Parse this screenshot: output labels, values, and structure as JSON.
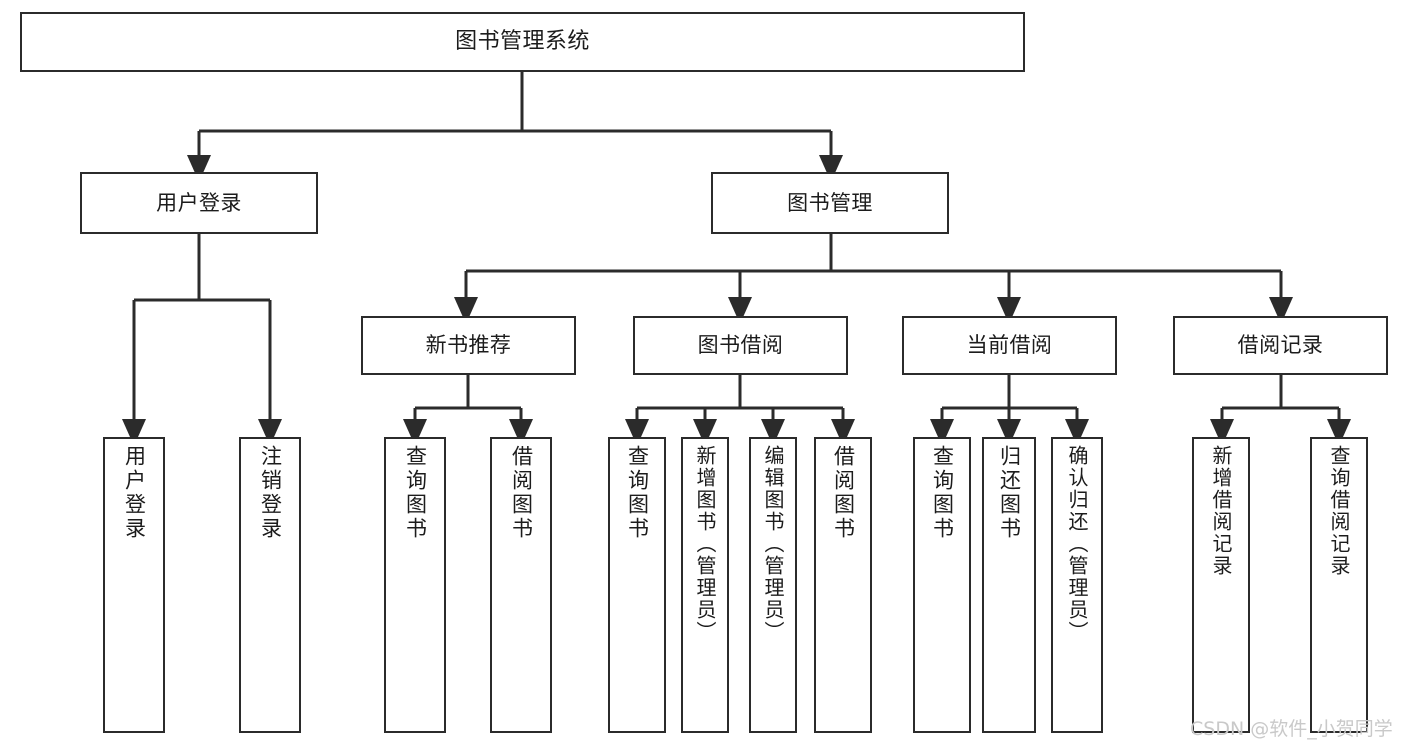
{
  "diagram": {
    "title": "图书管理系统",
    "type": "tree-hierarchy-chart",
    "root": {
      "label": "图书管理系统"
    },
    "level2": [
      {
        "label": "用户登录"
      },
      {
        "label": "图书管理"
      }
    ],
    "level3": [
      {
        "label": "新书推荐"
      },
      {
        "label": "图书借阅"
      },
      {
        "label": "当前借阅"
      },
      {
        "label": "借阅记录"
      }
    ],
    "leaves": [
      {
        "label": "用户登录",
        "parent": "用户登录"
      },
      {
        "label": "注销登录",
        "parent": "用户登录"
      },
      {
        "label": "查询图书",
        "parent": "新书推荐"
      },
      {
        "label": "借阅图书",
        "parent": "新书推荐"
      },
      {
        "label": "查询图书",
        "parent": "图书借阅"
      },
      {
        "label": "新增图书（管理员）",
        "parent": "图书借阅"
      },
      {
        "label": "编辑图书（管理员）",
        "parent": "图书借阅"
      },
      {
        "label": "借阅图书",
        "parent": "图书借阅"
      },
      {
        "label": "查询图书",
        "parent": "当前借阅"
      },
      {
        "label": "归还图书",
        "parent": "当前借阅"
      },
      {
        "label": "确认归还（管理员）",
        "parent": "当前借阅"
      },
      {
        "label": "新增借阅记录",
        "parent": "借阅记录"
      },
      {
        "label": "查询借阅记录",
        "parent": "借阅记录"
      }
    ]
  },
  "watermark": {
    "text": "CSDN @软件_小贺同学"
  },
  "colors": {
    "background": "#ffffff",
    "box_border": "#2b2b2b",
    "text": "#1c1c1c",
    "edge": "#2b2b2b",
    "watermark": "#c9c9c9"
  }
}
